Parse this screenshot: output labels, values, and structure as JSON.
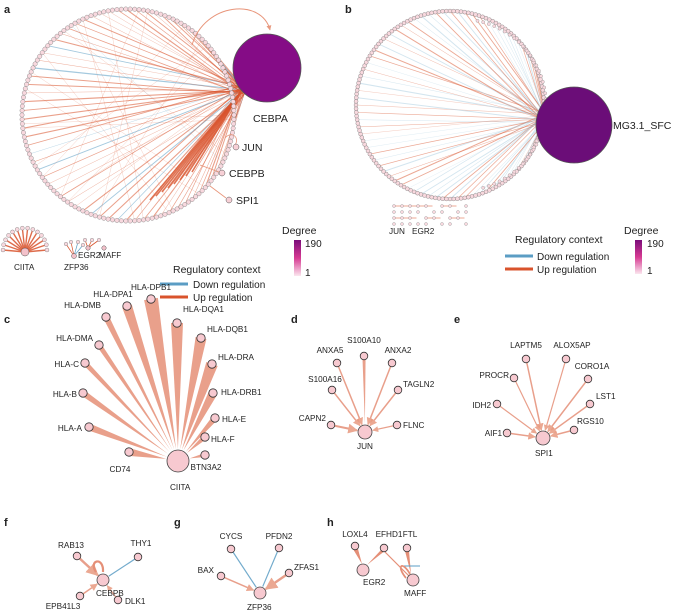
{
  "panels": [
    {
      "id": "a",
      "letter": "a"
    },
    {
      "id": "b",
      "letter": "b"
    },
    {
      "id": "c",
      "letter": "c"
    },
    {
      "id": "d",
      "letter": "d"
    },
    {
      "id": "e",
      "letter": "e"
    },
    {
      "id": "f",
      "letter": "f"
    },
    {
      "id": "g",
      "letter": "g"
    },
    {
      "id": "h",
      "letter": "h"
    }
  ],
  "panel_a": {
    "hub": "CEBPA",
    "side_nodes": [
      "JUN",
      "CEBPB",
      "SPI1"
    ],
    "small_nets": [
      "CIITA",
      "ZFP36",
      "EGR2",
      "MAFF"
    ]
  },
  "panel_b": {
    "hub": "MG3.1_SFC",
    "small_nets": [
      "JUN",
      "EGR2"
    ]
  },
  "legend": {
    "degree_title": "Degree",
    "degree_max": "190",
    "degree_min": "1",
    "context_title": "Regulatory context",
    "down_label": "Down regulation",
    "up_label": "Up regulation",
    "down_color": "#5b9dc4",
    "up_color": "#d9532c",
    "degree_color_high": "#7a0d7a",
    "degree_color_low": "#fbe3ec"
  },
  "panel_c": {
    "hub": "CIITA",
    "targets": [
      "CD74",
      "HLA-A",
      "HLA-B",
      "HLA-C",
      "HLA-DMA",
      "HLA-DMB",
      "HLA-DPA1",
      "HLA-DPB1",
      "HLA-DQA1",
      "HLA-DQB1",
      "HLA-DRA",
      "HLA-DRB1",
      "HLA-E",
      "HLA-F",
      "BTN3A2"
    ]
  },
  "panel_d": {
    "hub": "JUN",
    "targets": [
      "CAPN2",
      "S100A16",
      "ANXA5",
      "S100A10",
      "ANXA2",
      "TAGLN2",
      "FLNC"
    ]
  },
  "panel_e": {
    "hub": "SPI1",
    "targets": [
      "AIF1",
      "IDH2",
      "PROCR",
      "LAPTM5",
      "ALOX5AP",
      "CORO1A",
      "LST1",
      "RGS10"
    ]
  },
  "panel_f": {
    "hub": "CEBPB",
    "targets": [
      "RAB13",
      "THY1",
      "EPB41L3",
      "DLK1"
    ]
  },
  "panel_g": {
    "hub": "ZFP36",
    "targets": [
      "CYCS",
      "PFDN2",
      "BAX",
      "ZFAS1"
    ]
  },
  "panel_h": {
    "hubs": [
      "EGR2",
      "MAFF"
    ],
    "targets": [
      "LOXL4",
      "EFHD1",
      "FTL"
    ]
  }
}
